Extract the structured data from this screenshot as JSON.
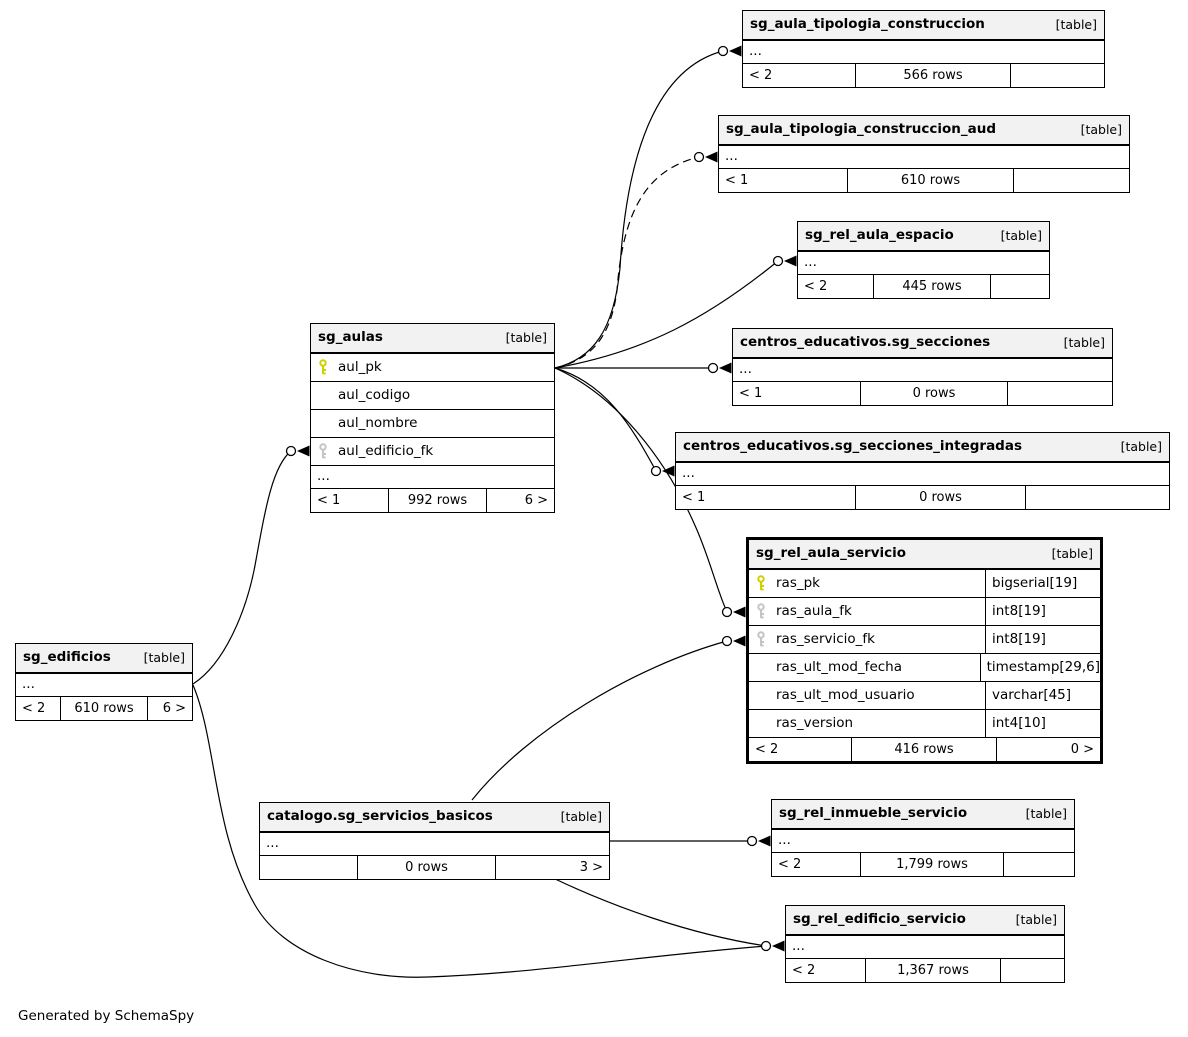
{
  "page": {
    "footer_note": "Generated by SchemaSpy"
  },
  "colors": {
    "header_bg": "#f2f2f2",
    "line": "#000000",
    "pk_key": "#d0d000",
    "fk_key": "#c4c4c4"
  },
  "tables": {
    "aula_tipologia_construccion": {
      "name": "sg_aula_tipologia_construccion",
      "tag": "[table]",
      "ellipsis": "...",
      "footer": [
        "< 2",
        "566 rows",
        ""
      ]
    },
    "aula_tipologia_construccion_aud": {
      "name": "sg_aula_tipologia_construccion_aud",
      "tag": "[table]",
      "ellipsis": "...",
      "footer": [
        "< 1",
        "610 rows",
        ""
      ]
    },
    "rel_aula_espacio": {
      "name": "sg_rel_aula_espacio",
      "tag": "[table]",
      "ellipsis": "...",
      "footer": [
        "< 2",
        "445 rows",
        ""
      ]
    },
    "secciones": {
      "name": "centros_educativos.sg_secciones",
      "tag": "[table]",
      "ellipsis": "...",
      "footer": [
        "< 1",
        "0 rows",
        ""
      ]
    },
    "secciones_integradas": {
      "name": "centros_educativos.sg_secciones_integradas",
      "tag": "[table]",
      "ellipsis": "...",
      "footer": [
        "< 1",
        "0 rows",
        ""
      ]
    },
    "rel_aula_servicio": {
      "name": "sg_rel_aula_servicio",
      "tag": "[table]",
      "rows": [
        {
          "name": "ras_pk",
          "type": "bigserial[19]",
          "key": "primary"
        },
        {
          "name": "ras_aula_fk",
          "type": "int8[19]",
          "key": "foreign"
        },
        {
          "name": "ras_servicio_fk",
          "type": "int8[19]",
          "key": "foreign"
        },
        {
          "name": "ras_ult_mod_fecha",
          "type": "timestamp[29,6]",
          "key": null
        },
        {
          "name": "ras_ult_mod_usuario",
          "type": "varchar[45]",
          "key": null
        },
        {
          "name": "ras_version",
          "type": "int4[10]",
          "key": null
        }
      ],
      "footer": [
        "< 2",
        "416 rows",
        "0 >"
      ]
    },
    "aulas": {
      "name": "sg_aulas",
      "tag": "[table]",
      "rows": [
        {
          "name": "aul_pk",
          "key": "primary"
        },
        {
          "name": "aul_codigo",
          "key": null
        },
        {
          "name": "aul_nombre",
          "key": null
        },
        {
          "name": "aul_edificio_fk",
          "key": "foreign"
        }
      ],
      "ellipsis": "...",
      "footer": [
        "< 1",
        "992 rows",
        "6 >"
      ]
    },
    "edificios": {
      "name": "sg_edificios",
      "tag": "[table]",
      "ellipsis": "...",
      "footer": [
        "< 2",
        "610 rows",
        "6 >"
      ]
    },
    "servicios_basicos": {
      "name": "catalogo.sg_servicios_basicos",
      "tag": "[table]",
      "ellipsis": "...",
      "footer": [
        "",
        "0 rows",
        "3 >"
      ]
    },
    "rel_inmueble_servicio": {
      "name": "sg_rel_inmueble_servicio",
      "tag": "[table]",
      "ellipsis": "...",
      "footer": [
        "< 2",
        "1,799 rows",
        ""
      ]
    },
    "rel_edificio_servicio": {
      "name": "sg_rel_edificio_servicio",
      "tag": "[table]",
      "ellipsis": "...",
      "footer": [
        "< 2",
        "1,367 rows",
        ""
      ]
    }
  }
}
